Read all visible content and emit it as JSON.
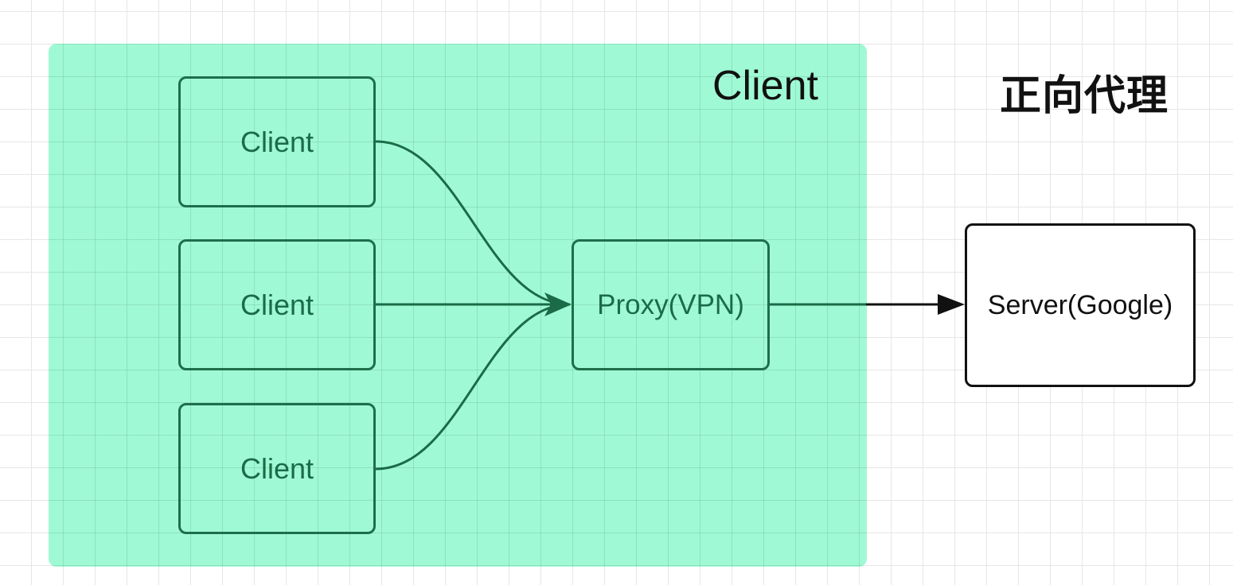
{
  "diagram": {
    "title": "正向代理",
    "group": {
      "label": "Client"
    },
    "nodes": {
      "client_1": "Client",
      "client_2": "Client",
      "client_3": "Client",
      "proxy": "Proxy(VPN)",
      "server": "Server(Google)"
    },
    "edges": [
      {
        "from": "client_1",
        "to": "proxy"
      },
      {
        "from": "client_2",
        "to": "proxy"
      },
      {
        "from": "client_3",
        "to": "proxy"
      },
      {
        "from": "proxy",
        "to": "server"
      }
    ],
    "colors": {
      "group_fill": "#66f5bc",
      "client_stroke": "#1d6e4a",
      "server_stroke": "#111111",
      "grid": "#e6e6e6"
    }
  }
}
